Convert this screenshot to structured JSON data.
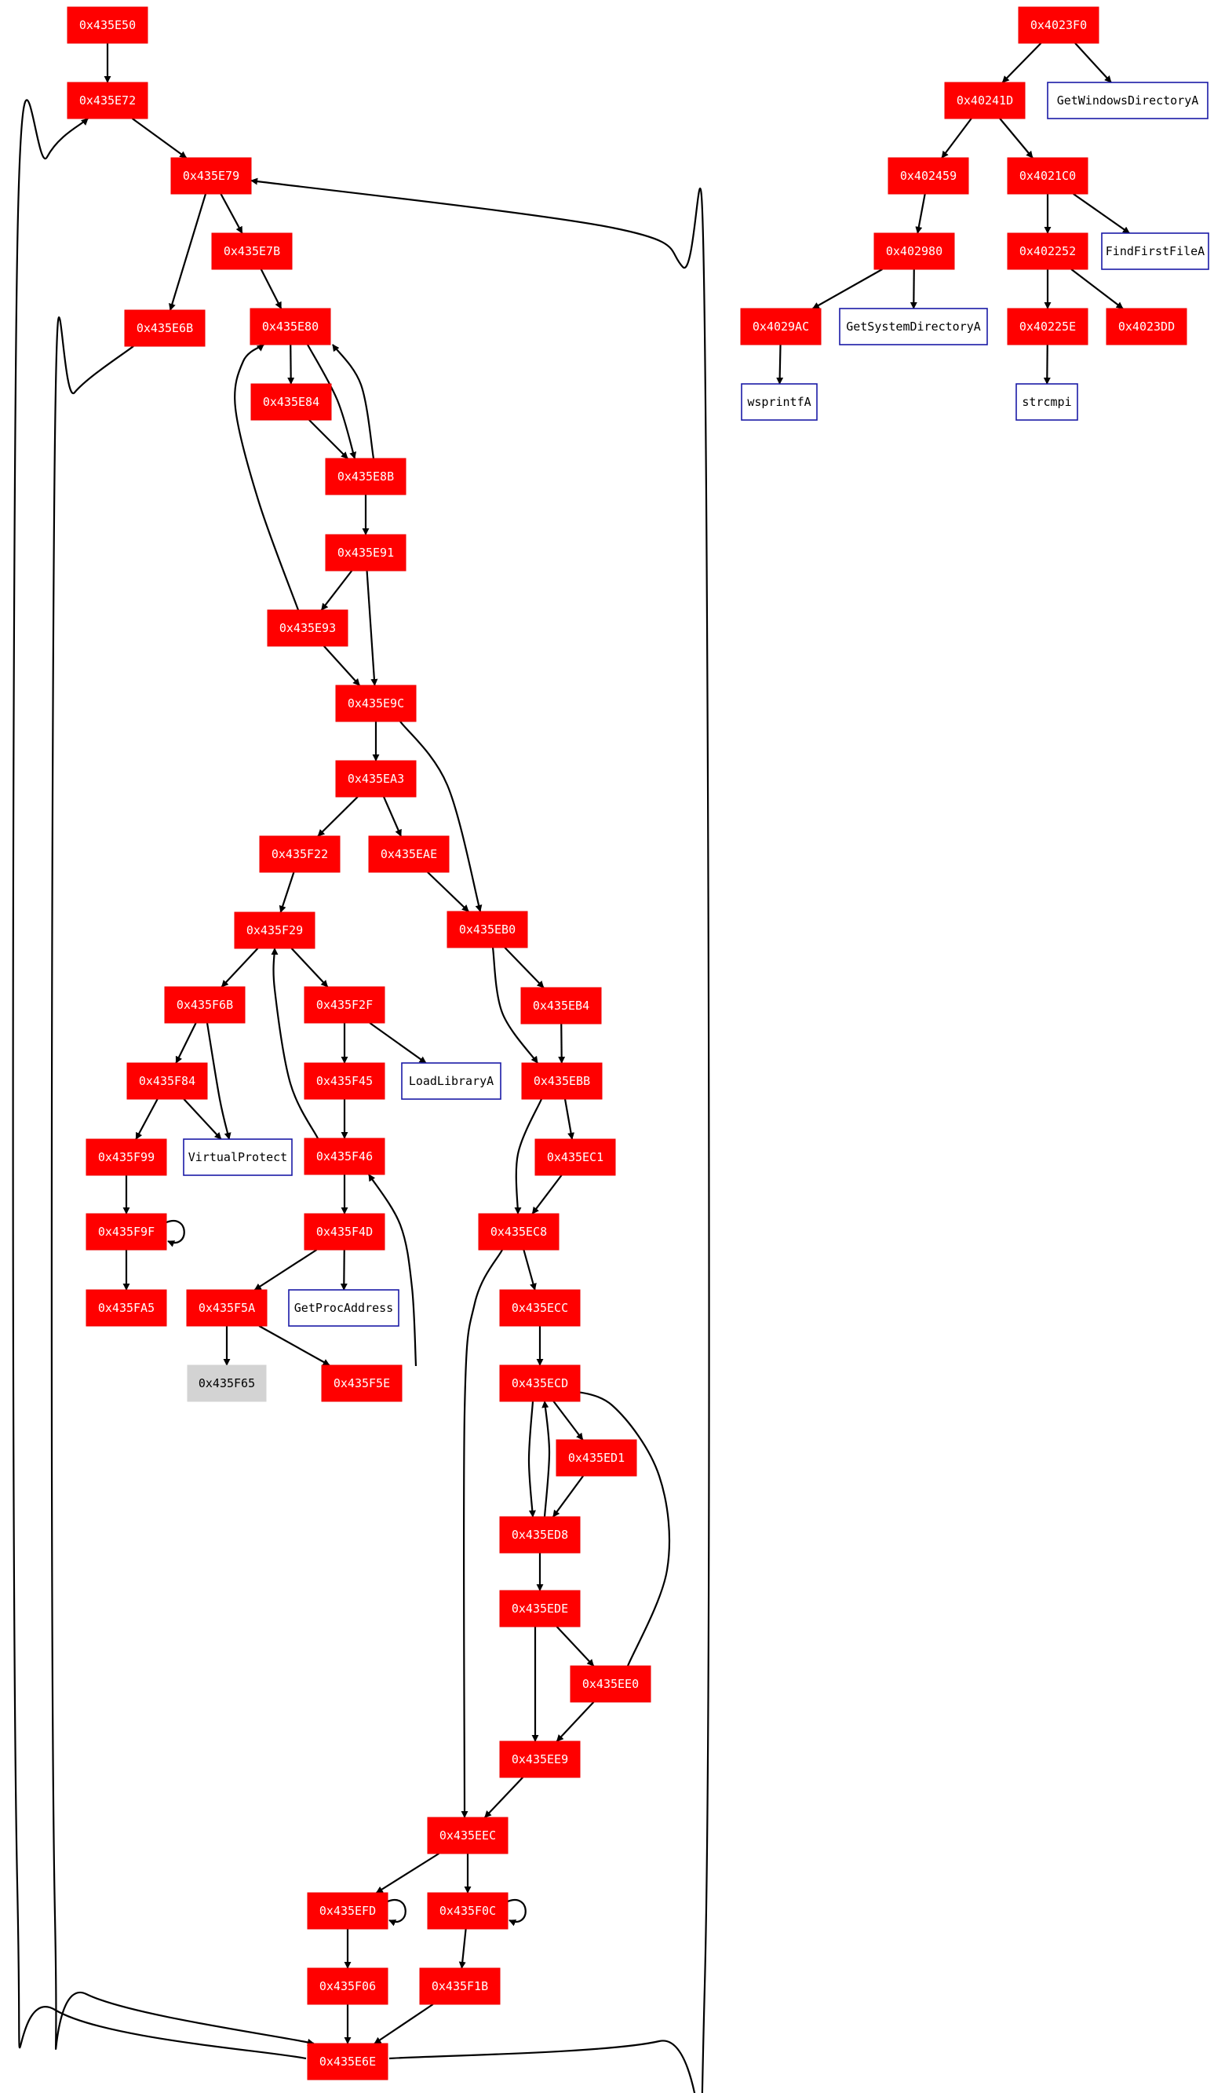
{
  "colors": {
    "block": "#ff0000",
    "block_text": "#ffffff",
    "api_border": "#1a1aa6",
    "unresolved": "#d3d3d3",
    "edge": "#000000"
  },
  "nodes": [
    {
      "id": "0x435E50",
      "kind": "block"
    },
    {
      "id": "0x435E72",
      "kind": "block"
    },
    {
      "id": "0x435E79",
      "kind": "block"
    },
    {
      "id": "0x435E7B",
      "kind": "block"
    },
    {
      "id": "0x435E6B",
      "kind": "block"
    },
    {
      "id": "0x435E80",
      "kind": "block"
    },
    {
      "id": "0x435E84",
      "kind": "block"
    },
    {
      "id": "0x435E8B",
      "kind": "block"
    },
    {
      "id": "0x435E91",
      "kind": "block"
    },
    {
      "id": "0x435E93",
      "kind": "block"
    },
    {
      "id": "0x435E9C",
      "kind": "block"
    },
    {
      "id": "0x435EA3",
      "kind": "block"
    },
    {
      "id": "0x435F22",
      "kind": "block"
    },
    {
      "id": "0x435EAE",
      "kind": "block"
    },
    {
      "id": "0x435F29",
      "kind": "block"
    },
    {
      "id": "0x435EB0",
      "kind": "block"
    },
    {
      "id": "0x435F6B",
      "kind": "block"
    },
    {
      "id": "0x435F2F",
      "kind": "block"
    },
    {
      "id": "0x435EB4",
      "kind": "block"
    },
    {
      "id": "0x435F84",
      "kind": "block"
    },
    {
      "id": "0x435F45",
      "kind": "block"
    },
    {
      "id": "LoadLibraryA",
      "kind": "api"
    },
    {
      "id": "0x435EBB",
      "kind": "block"
    },
    {
      "id": "0x435F99",
      "kind": "block"
    },
    {
      "id": "VirtualProtect",
      "kind": "api"
    },
    {
      "id": "0x435F46",
      "kind": "block"
    },
    {
      "id": "0x435EC1",
      "kind": "block"
    },
    {
      "id": "0x435F9F",
      "kind": "block"
    },
    {
      "id": "0x435F4D",
      "kind": "block"
    },
    {
      "id": "0x435EC8",
      "kind": "block"
    },
    {
      "id": "0x435FA5",
      "kind": "block"
    },
    {
      "id": "0x435F5A",
      "kind": "block"
    },
    {
      "id": "GetProcAddress",
      "kind": "api"
    },
    {
      "id": "0x435ECC",
      "kind": "block"
    },
    {
      "id": "0x435F65",
      "kind": "unresolved"
    },
    {
      "id": "0x435F5E",
      "kind": "block"
    },
    {
      "id": "0x435ECD",
      "kind": "block"
    },
    {
      "id": "0x435ED1",
      "kind": "block"
    },
    {
      "id": "0x435ED8",
      "kind": "block"
    },
    {
      "id": "0x435EDE",
      "kind": "block"
    },
    {
      "id": "0x435EE0",
      "kind": "block"
    },
    {
      "id": "0x435EE9",
      "kind": "block"
    },
    {
      "id": "0x435EEC",
      "kind": "block"
    },
    {
      "id": "0x435EFD",
      "kind": "block"
    },
    {
      "id": "0x435F0C",
      "kind": "block"
    },
    {
      "id": "0x435F06",
      "kind": "block"
    },
    {
      "id": "0x435F1B",
      "kind": "block"
    },
    {
      "id": "0x435E6E",
      "kind": "block"
    },
    {
      "id": "0x4023F0",
      "kind": "block"
    },
    {
      "id": "0x40241D",
      "kind": "block"
    },
    {
      "id": "GetWindowsDirectoryA",
      "kind": "api"
    },
    {
      "id": "0x402459",
      "kind": "block"
    },
    {
      "id": "0x4021C0",
      "kind": "block"
    },
    {
      "id": "0x402980",
      "kind": "block"
    },
    {
      "id": "0x402252",
      "kind": "block"
    },
    {
      "id": "FindFirstFileA",
      "kind": "api"
    },
    {
      "id": "0x4029AC",
      "kind": "block"
    },
    {
      "id": "GetSystemDirectoryA",
      "kind": "api"
    },
    {
      "id": "0x40225E",
      "kind": "block"
    },
    {
      "id": "0x4023DD",
      "kind": "block"
    },
    {
      "id": "wsprintfA",
      "kind": "api"
    },
    {
      "id": "strcmpi",
      "kind": "api"
    }
  ],
  "edges": [
    [
      "0x435E50",
      "0x435E72"
    ],
    [
      "0x435E72",
      "0x435E79"
    ],
    [
      "0x435E79",
      "0x435E7B"
    ],
    [
      "0x435E79",
      "0x435E6B"
    ],
    [
      "0x435E7B",
      "0x435E80"
    ],
    [
      "0x435E80",
      "0x435E84"
    ],
    [
      "0x435E80",
      "0x435E8B"
    ],
    [
      "0x435E84",
      "0x435E8B"
    ],
    [
      "0x435E8B",
      "0x435E80"
    ],
    [
      "0x435E8B",
      "0x435E91"
    ],
    [
      "0x435E91",
      "0x435E93"
    ],
    [
      "0x435E91",
      "0x435E9C"
    ],
    [
      "0x435E93",
      "0x435E80"
    ],
    [
      "0x435E93",
      "0x435E9C"
    ],
    [
      "0x435E9C",
      "0x435EA3"
    ],
    [
      "0x435E9C",
      "0x435EB0"
    ],
    [
      "0x435EA3",
      "0x435F22"
    ],
    [
      "0x435EA3",
      "0x435EAE"
    ],
    [
      "0x435F22",
      "0x435F29"
    ],
    [
      "0x435EAE",
      "0x435EB0"
    ],
    [
      "0x435F29",
      "0x435F6B"
    ],
    [
      "0x435F29",
      "0x435F2F"
    ],
    [
      "0x435EB0",
      "0x435EB4"
    ],
    [
      "0x435EB0",
      "0x435EBB"
    ],
    [
      "0x435F6B",
      "0x435F84"
    ],
    [
      "0x435F6B",
      "VirtualProtect"
    ],
    [
      "0x435F2F",
      "0x435F45"
    ],
    [
      "0x435F2F",
      "LoadLibraryA"
    ],
    [
      "0x435EB4",
      "0x435EBB"
    ],
    [
      "0x435F84",
      "0x435F99"
    ],
    [
      "0x435F84",
      "VirtualProtect"
    ],
    [
      "0x435F45",
      "0x435F46"
    ],
    [
      "0x435EBB",
      "0x435EC1"
    ],
    [
      "0x435EBB",
      "0x435EC8"
    ],
    [
      "0x435F99",
      "0x435F9F"
    ],
    [
      "0x435F46",
      "0x435F29"
    ],
    [
      "0x435F46",
      "0x435F4D"
    ],
    [
      "0x435EC1",
      "0x435EC8"
    ],
    [
      "0x435F9F",
      "0x435F9F"
    ],
    [
      "0x435F9F",
      "0x435FA5"
    ],
    [
      "0x435F4D",
      "0x435F5A"
    ],
    [
      "0x435F4D",
      "GetProcAddress"
    ],
    [
      "0x435EC8",
      "0x435ECC"
    ],
    [
      "0x435EC8",
      "0x435EEC"
    ],
    [
      "0x435F5A",
      "0x435F65"
    ],
    [
      "0x435F5A",
      "0x435F5E"
    ],
    [
      "0x435F5E",
      "0x435F46"
    ],
    [
      "0x435ECC",
      "0x435ECD"
    ],
    [
      "0x435ECD",
      "0x435ED1"
    ],
    [
      "0x435ECD",
      "0x435ED8"
    ],
    [
      "0x435ED1",
      "0x435ED8"
    ],
    [
      "0x435ED8",
      "0x435ECD"
    ],
    [
      "0x435ED8",
      "0x435EDE"
    ],
    [
      "0x435EDE",
      "0x435EE0"
    ],
    [
      "0x435EDE",
      "0x435EE9"
    ],
    [
      "0x435EE0",
      "0x435ECD"
    ],
    [
      "0x435EE0",
      "0x435EE9"
    ],
    [
      "0x435EE9",
      "0x435EEC"
    ],
    [
      "0x435EEC",
      "0x435EFD"
    ],
    [
      "0x435EEC",
      "0x435F0C"
    ],
    [
      "0x435EFD",
      "0x435EFD"
    ],
    [
      "0x435EFD",
      "0x435F06"
    ],
    [
      "0x435F0C",
      "0x435F0C"
    ],
    [
      "0x435F0C",
      "0x435F1B"
    ],
    [
      "0x435F06",
      "0x435E6E"
    ],
    [
      "0x435F1B",
      "0x435E6E"
    ],
    [
      "0x435E6B",
      "0x435E6E"
    ],
    [
      "0x435E6E",
      "0x435E72"
    ],
    [
      "0x435E6E",
      "0x435E79"
    ],
    [
      "0x4023F0",
      "0x40241D"
    ],
    [
      "0x4023F0",
      "GetWindowsDirectoryA"
    ],
    [
      "0x40241D",
      "0x402459"
    ],
    [
      "0x40241D",
      "0x4021C0"
    ],
    [
      "0x402459",
      "0x402980"
    ],
    [
      "0x4021C0",
      "0x402252"
    ],
    [
      "0x4021C0",
      "FindFirstFileA"
    ],
    [
      "0x402980",
      "0x4029AC"
    ],
    [
      "0x402980",
      "GetSystemDirectoryA"
    ],
    [
      "0x402252",
      "0x40225E"
    ],
    [
      "0x402252",
      "0x4023DD"
    ],
    [
      "0x4029AC",
      "wsprintfA"
    ],
    [
      "0x40225E",
      "strcmpi"
    ]
  ]
}
